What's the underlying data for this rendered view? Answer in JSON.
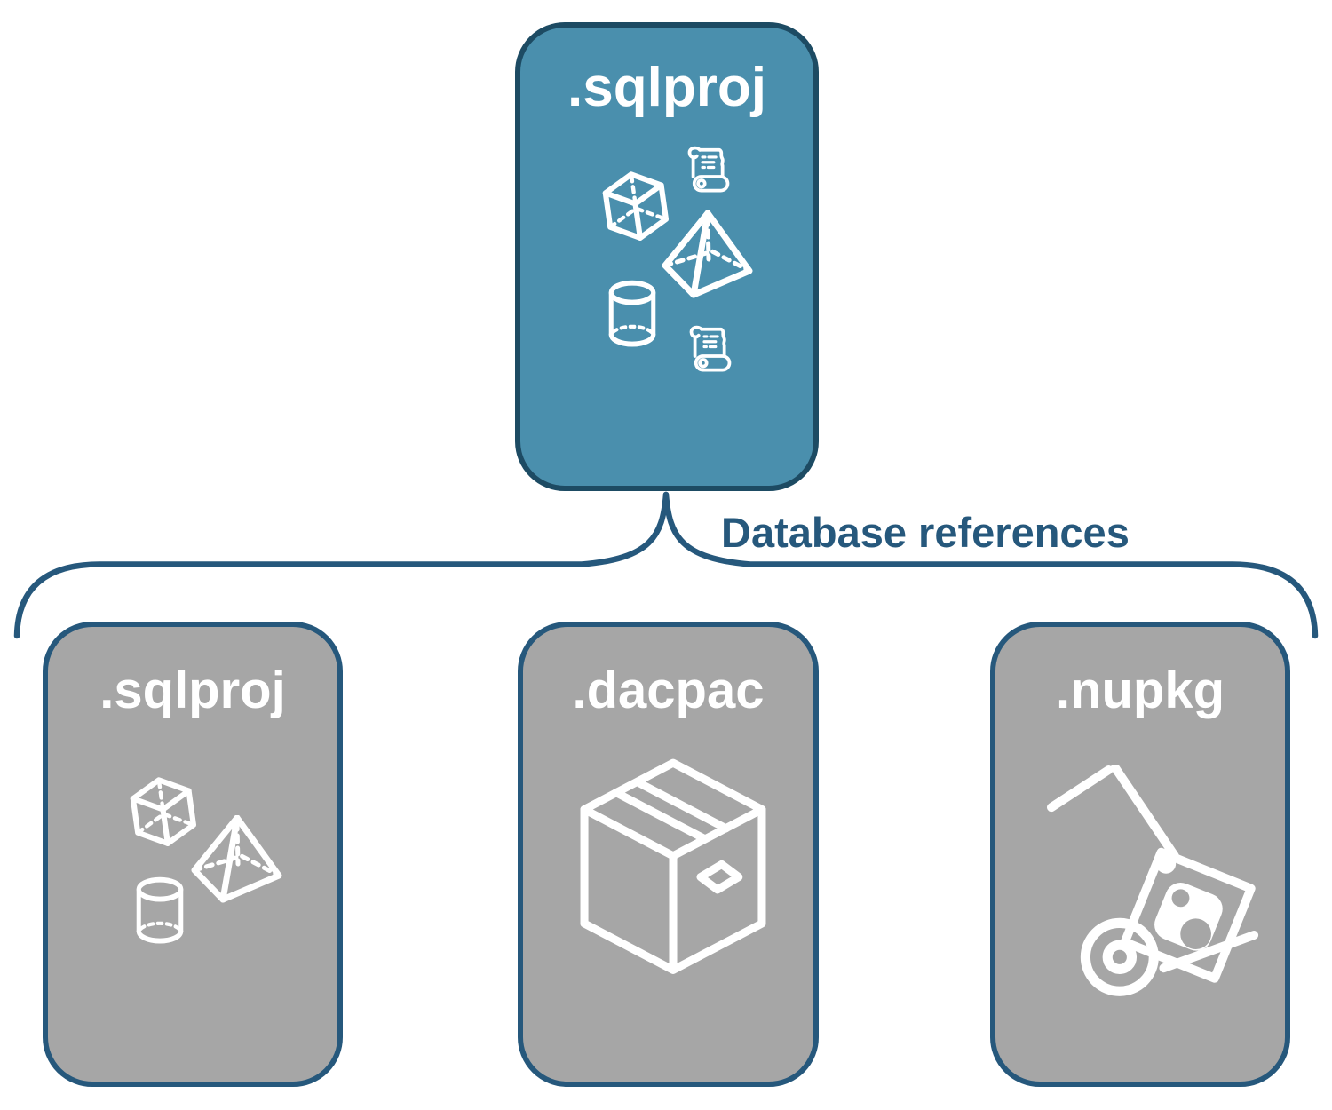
{
  "diagram": {
    "colors": {
      "accent_fill": "#4A8FAD",
      "accent_border": "#1D4B63",
      "gray_fill": "#A6A6A6",
      "gray_border": "#26587C",
      "connector": "#26587C",
      "annotation_text": "#26587C",
      "node_label_text": "#FFFFFF",
      "icon_stroke": "#FFFFFF"
    },
    "root_node": {
      "label": ".sqlproj",
      "icons": [
        "cube-icon",
        "scroll-icon",
        "pyramid-icon",
        "cylinder-icon",
        "scroll-icon"
      ]
    },
    "connector_label": "Database references",
    "child_nodes": [
      {
        "label": ".sqlproj",
        "icons": [
          "cube-icon",
          "pyramid-icon",
          "cylinder-icon"
        ]
      },
      {
        "label": ".dacpac",
        "icons": [
          "package-box-icon"
        ]
      },
      {
        "label": ".nupkg",
        "icons": [
          "nuget-hand-truck-icon"
        ]
      }
    ]
  }
}
